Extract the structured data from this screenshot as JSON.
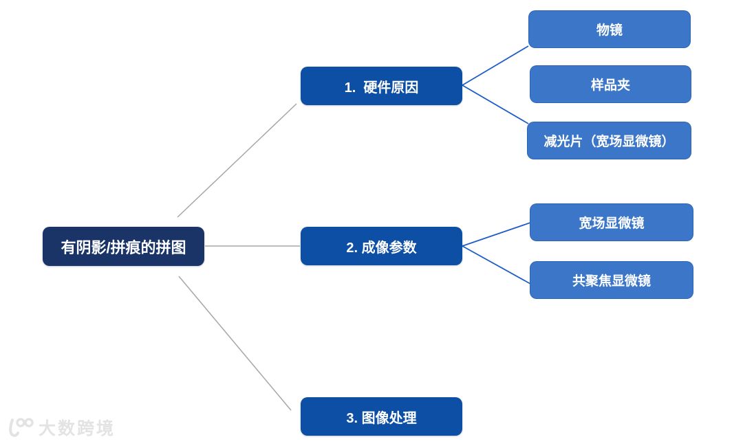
{
  "diagram": {
    "root": {
      "label": "有阴影/拼痕的拼图"
    },
    "branches": [
      {
        "label": "1.  硬件原因",
        "children": [
          "物镜",
          "样品夹",
          "减光片（宽场显微镜）"
        ]
      },
      {
        "label": "2. 成像参数",
        "children": [
          "宽场显微镜",
          "共聚焦显微镜"
        ]
      },
      {
        "label": "3. 图像处理",
        "children": []
      }
    ]
  },
  "watermark": {
    "text": "大数跨境"
  },
  "colors": {
    "root_fill": "#1a3468",
    "branch_fill": "#0d4fa5",
    "leaf_fill": "#3b76c9",
    "gray_connector": "#a6a6a6",
    "blue_connector": "#1e5ec6",
    "text": "#ffffff",
    "watermark": "#e3e3e3",
    "background": "#ffffff"
  }
}
